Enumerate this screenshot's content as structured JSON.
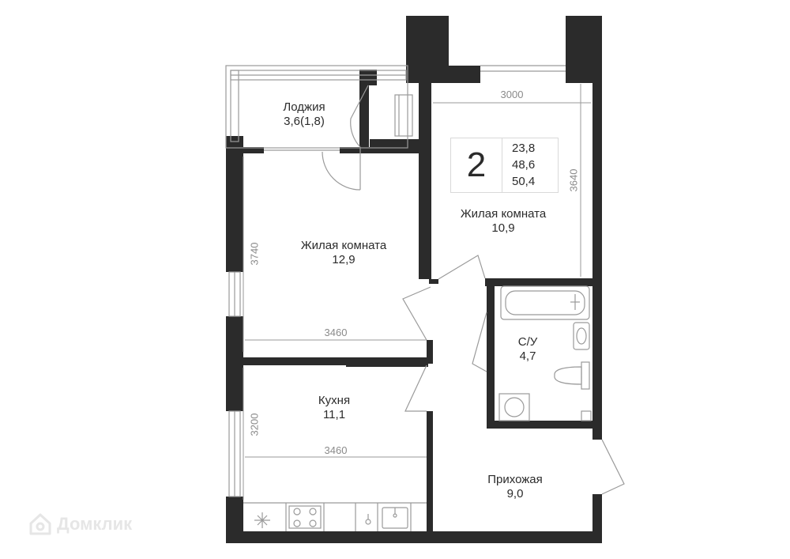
{
  "rooms": {
    "loggia": {
      "name": "Лоджия",
      "area": "3,6(1,8)"
    },
    "living1": {
      "name": "Жилая комната",
      "area": "12,9"
    },
    "living2": {
      "name": "Жилая комната",
      "area": "10,9"
    },
    "kitchen": {
      "name": "Кухня",
      "area": "11,1"
    },
    "bathroom": {
      "name": "С/У",
      "area": "4,7"
    },
    "hallway": {
      "name": "Прихожая",
      "area": "9,0"
    }
  },
  "dimensions": {
    "living2_width": "3000",
    "living2_height": "3640",
    "living1_height": "3740",
    "living1_width": "3460",
    "kitchen_height": "3200",
    "kitchen_width": "3460"
  },
  "summary": {
    "rooms": "2",
    "living_area": "23,8",
    "total_area": "48,6",
    "total_with_loggia": "50,4"
  },
  "watermark": {
    "text": "Домклик"
  },
  "colors": {
    "wall": "#2b2b2b",
    "thin_line": "#9a9a9a",
    "dimension": "#8a8a8a",
    "watermark": "#e6e6e6"
  }
}
